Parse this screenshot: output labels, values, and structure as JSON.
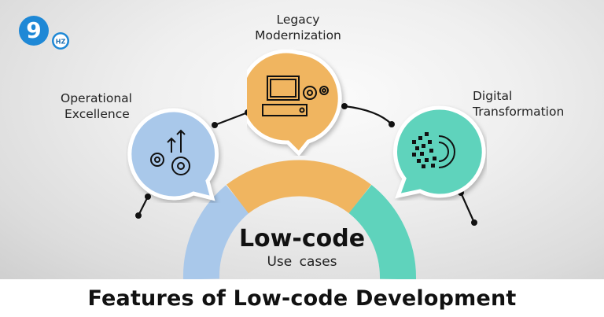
{
  "logo": {
    "mark": "9",
    "badge": "HZ",
    "color": "#1e88d6"
  },
  "features": [
    {
      "label_line1": "Operational",
      "label_line2": "Excellence",
      "icon": "gears-arrows-up-icon",
      "color": "#a9c8ea"
    },
    {
      "label_line1": "Legacy",
      "label_line2": "Modernization",
      "icon": "computer-gears-icon",
      "color": "#f0b560"
    },
    {
      "label_line1": "Digital",
      "label_line2": "Transformation",
      "icon": "pixel-gear-icon",
      "color": "#5fd3bc"
    }
  ],
  "center": {
    "title": "Low-code",
    "subtitle": "Use cases"
  },
  "footer": {
    "title": "Features of Low-code Development"
  },
  "colors": {
    "blue": "#a9c8ea",
    "orange": "#f0b560",
    "teal": "#5fd3bc"
  }
}
